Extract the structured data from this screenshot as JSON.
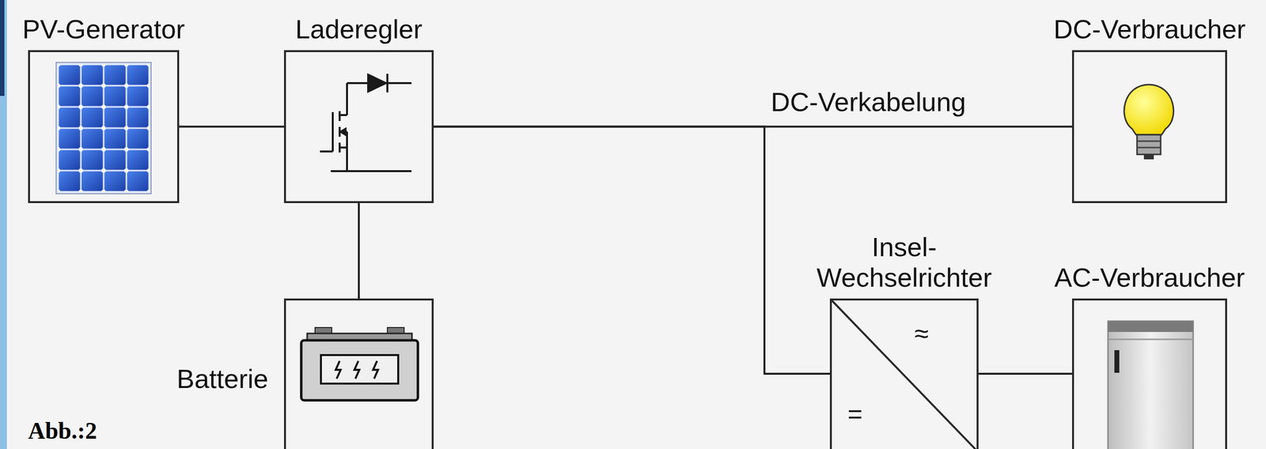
{
  "diagram": {
    "caption": "Abb.:2",
    "nodes": [
      {
        "text": [
          "PV-Generator"
        ]
      },
      {
        "text": [
          "Laderegler"
        ]
      },
      {
        "text": [
          "Batterie"
        ]
      },
      {
        "text": [
          "DC-Verbraucher"
        ]
      },
      {
        "text": [
          "Insel- Wechselrichter",
          "≈",
          "="
        ]
      },
      {
        "text": [
          "AC-Verbraucher"
        ]
      }
    ],
    "edges": [
      {
        "from": 0,
        "to": 1,
        "arrow": "none"
      },
      {
        "from": 1,
        "to": 2,
        "arrow": "none"
      },
      {
        "from": 1,
        "to": 3,
        "label": "DC-Verkabelung",
        "arrow": "none"
      },
      {
        "from": 1,
        "to": 4,
        "arrow": "none"
      },
      {
        "from": 4,
        "to": 5,
        "arrow": "none"
      }
    ]
  }
}
